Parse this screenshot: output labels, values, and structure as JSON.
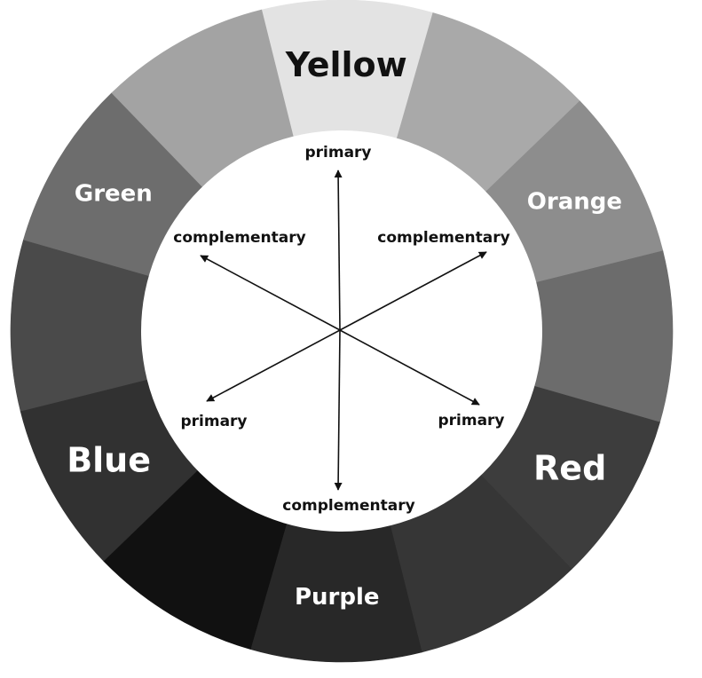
{
  "wheel": {
    "segments": [
      {
        "name": "Yellow",
        "color": "#e3e3e3"
      },
      {
        "name": "",
        "color": "#a9a9a9"
      },
      {
        "name": "Orange",
        "color": "#8d8d8d"
      },
      {
        "name": "",
        "color": "#6c6c6c"
      },
      {
        "name": "Red",
        "color": "#3d3d3d"
      },
      {
        "name": "",
        "color": "#363636"
      },
      {
        "name": "Purple",
        "color": "#282828"
      },
      {
        "name": "",
        "color": "#111111"
      },
      {
        "name": "Blue",
        "color": "#313131"
      },
      {
        "name": "",
        "color": "#4a4a4a"
      },
      {
        "name": "Green",
        "color": "#6d6d6d"
      },
      {
        "name": "",
        "color": "#a3a3a3"
      }
    ],
    "label_colors": {
      "Yellow": "#111111",
      "Orange": "#ffffff",
      "Red": "#ffffff",
      "Purple": "#ffffff",
      "Blue": "#ffffff",
      "Green": "#ffffff"
    },
    "inner_labels": {
      "top": "primary",
      "top_right": "complementary",
      "top_left": "complementary",
      "bottom_left": "primary",
      "bottom_right": "primary",
      "bottom": "complementary"
    }
  }
}
